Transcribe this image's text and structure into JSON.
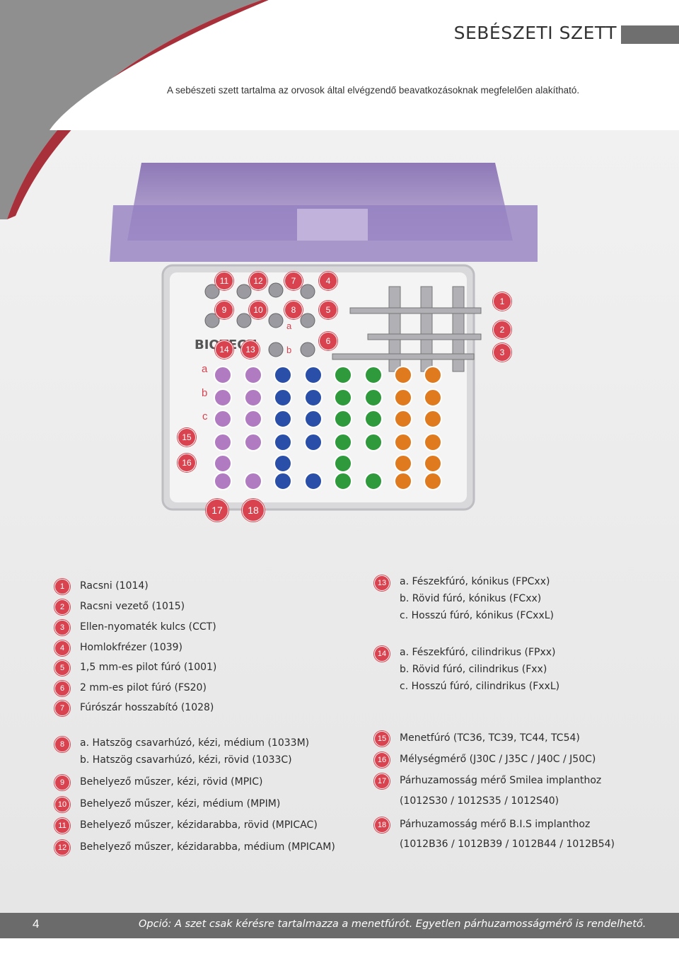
{
  "header": {
    "title": "SEBÉSZETI SZETT",
    "subtitle": "A sebészeti szett tartalma az orvosok által elvégzendő beavatkozásoknak megfelelően alakítható."
  },
  "photo": {
    "callouts": [
      "1",
      "2",
      "3",
      "4",
      "5",
      "6",
      "7",
      "8",
      "9",
      "10",
      "11",
      "12",
      "13",
      "14",
      "15",
      "16",
      "17",
      "18"
    ],
    "sub_labels": {
      "a": "a",
      "b": "b",
      "c": "c"
    },
    "tray_brand": "BIOTECH"
  },
  "legend": {
    "left": [
      {
        "num": "1",
        "text": "Racsni (1014)"
      },
      {
        "num": "2",
        "text": "Racsni vezető (1015)"
      },
      {
        "num": "3",
        "text": "Ellen-nyomaték kulcs (CCT)"
      },
      {
        "num": "4",
        "text": "Homlokfrézer (1039)"
      },
      {
        "num": "5",
        "text": "1,5 mm-es pilot fúró (1001)"
      },
      {
        "num": "6",
        "text": "2 mm-es pilot fúró (FS20)"
      },
      {
        "num": "7",
        "text": "Fúrószár hosszabító (1028)"
      },
      {
        "num": "8",
        "lines": [
          "a. Hatszög csavarhúzó, kézi, médium (1033M)",
          "b. Hatszög csavarhúzó, kézi, rövid (1033C)"
        ]
      },
      {
        "num": "9",
        "text": "Behelyező műszer, kézi, rövid (MPIC)"
      },
      {
        "num": "10",
        "text": "Behelyező műszer, kézi, médium (MPIM)"
      },
      {
        "num": "11",
        "text": "Behelyező műszer, kézidarabba, rövid (MPICAC)"
      },
      {
        "num": "12",
        "text": "Behelyező műszer, kézidarabba, médium (MPICAM)"
      }
    ],
    "right": [
      {
        "num": "13",
        "lines": [
          "a. Fészekfúró, kónikus (FPCxx)",
          "b. Rövid fúró, kónikus (FCxx)",
          "c. Hosszú fúró, kónikus (FCxxL)"
        ]
      },
      {
        "num": "14",
        "lines": [
          "a. Fészekfúró, cilindrikus (FPxx)",
          "b. Rövid fúró, cilindrikus (Fxx)",
          "c. Hosszú fúró, cilindrikus (FxxL)"
        ]
      },
      {
        "num": "15",
        "text": "Menetfúró (TC36, TC39, TC44, TC54)"
      },
      {
        "num": "16",
        "text": "Mélységmérő (J30C / J35C / J40C / J50C)"
      },
      {
        "num": "17",
        "text": "Párhuzamosság mérő Smilea implanthoz"
      },
      {
        "num": "",
        "text": "(1012S30 / 1012S35 / 1012S40)"
      },
      {
        "num": "18",
        "text": "Párhuzamosság mérő B.I.S implanthoz"
      },
      {
        "num": "",
        "text": "(1012B36 / 1012B39 / 1012B44 / 1012B54)"
      }
    ]
  },
  "footer": {
    "page_number": "4",
    "note": "Opció: A szet csak kérésre tartalmazza a menetfúrót. Egyetlen párhuzamosságmérő is rendelhető."
  },
  "colors": {
    "accent": "#d8434f",
    "footer": "#6b6b6b",
    "lid": "#8b72b8"
  }
}
